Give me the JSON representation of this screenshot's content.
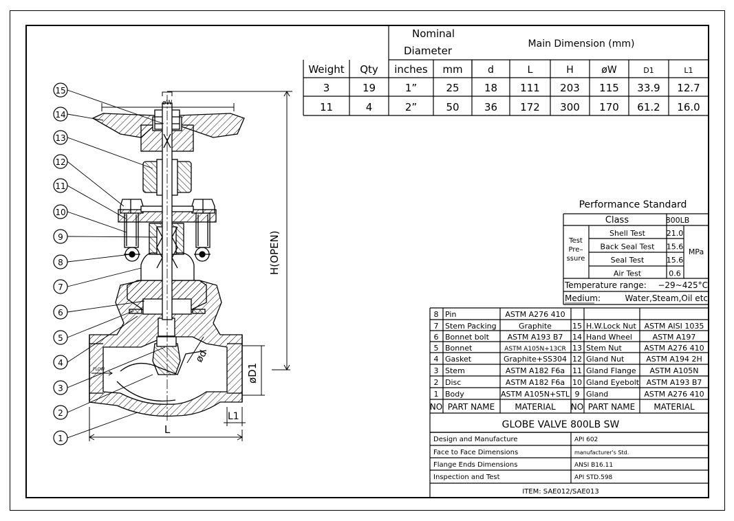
{
  "dims_table": {
    "header_nominal": [
      "Nominal",
      "Diameter"
    ],
    "header_main": "Main Dimension (mm)",
    "columns": [
      "Weight",
      "Qty",
      "inches",
      "mm",
      "d",
      "L",
      "H",
      "øW",
      "D1",
      "L1"
    ],
    "rows": [
      [
        "3",
        "19",
        "1”",
        "25",
        "18",
        "111",
        "203",
        "115",
        "33.9",
        "12.7"
      ],
      [
        "11",
        "4",
        "2”",
        "50",
        "36",
        "172",
        "300",
        "170",
        "61.2",
        "16.0"
      ]
    ]
  },
  "performance": {
    "title": "Performance Standard",
    "class_label": "Class",
    "class_value": "800LB",
    "test_pressure_label": [
      "Test",
      "Pre–",
      "ssure"
    ],
    "tests": [
      {
        "name": "Shell Test",
        "value": "21.0"
      },
      {
        "name": "Back Seal Test",
        "value": "15.6"
      },
      {
        "name": "Seal Test",
        "value": "15.6"
      },
      {
        "name": "Air Test",
        "value": "0.6"
      }
    ],
    "unit": "MPa",
    "temperature_label": "Temperature range:",
    "temperature_value": "−29~425°C",
    "medium_label": "Medium:",
    "medium_value": "Water,Steam,Oil etc"
  },
  "parts_left": [
    {
      "no": "8",
      "name": "Pin",
      "material": "ASTM A276 410"
    },
    {
      "no": "7",
      "name": "Stem Packing",
      "material": "Graphite"
    },
    {
      "no": "6",
      "name": "Bonnet bolt",
      "material": "ASTM A193 B7"
    },
    {
      "no": "5",
      "name": "Bonnet",
      "material": "ASTM A105N+13CR"
    },
    {
      "no": "4",
      "name": "Gasket",
      "material": "Graphite+SS304"
    },
    {
      "no": "3",
      "name": "Stem",
      "material": "ASTM A182 F6a"
    },
    {
      "no": "2",
      "name": "Disc",
      "material": "ASTM A182 F6a"
    },
    {
      "no": "1",
      "name": "Body",
      "material": "ASTM A105N+STL"
    }
  ],
  "parts_right": [
    {
      "no": "15",
      "name": "H.W.Lock Nut",
      "material": "ASTM AISI 1035"
    },
    {
      "no": "14",
      "name": "Hand Wheel",
      "material": "ASTM A197"
    },
    {
      "no": "13",
      "name": "Stem Nut",
      "material": "ASTM A276 410"
    },
    {
      "no": "12",
      "name": "Gland Nut",
      "material": "ASTM A194 2H"
    },
    {
      "no": "11",
      "name": "Gland Flange",
      "material": "ASTM A105N"
    },
    {
      "no": "10",
      "name": "Gland Eyebolt",
      "material": "ASTM A193 B7"
    },
    {
      "no": "9",
      "name": "Gland",
      "material": "ASTM A276 410"
    }
  ],
  "parts_header": {
    "no": "NO",
    "part_name": "PART NAME",
    "material": "MATERIAL"
  },
  "title_block": {
    "title": "GLOBE VALVE 800LB SW",
    "rows": [
      {
        "label": "Design and Manufacture",
        "value": "API 602"
      },
      {
        "label": "Face to Face Dimensions",
        "value": "manufacturer's Std."
      },
      {
        "label": "Flange Ends Dimensions",
        "value": "ANSI B16.11"
      },
      {
        "label": "Inspection and Test",
        "value": "API STD.598"
      }
    ],
    "item": "ITEM: SAE012/SAE013"
  },
  "drawing": {
    "balloons": [
      "15",
      "14",
      "13",
      "12",
      "11",
      "10",
      "9",
      "8",
      "7",
      "6",
      "5",
      "4",
      "3",
      "2",
      "1"
    ],
    "dim_labels": {
      "w": "øW",
      "h": "H(OPEN)",
      "d": "ød",
      "d1": "øD1",
      "l": "L",
      "l1": "L1",
      "flow": "FLOW"
    }
  }
}
